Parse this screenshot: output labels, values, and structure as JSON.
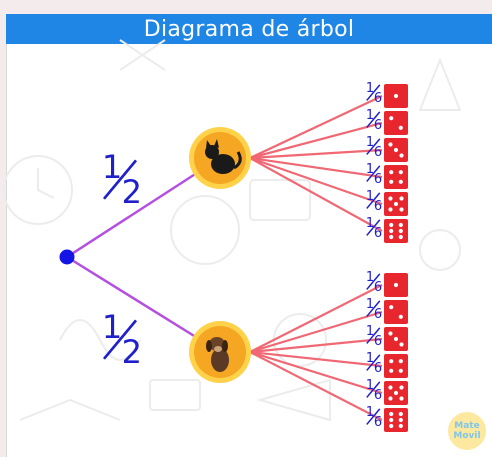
{
  "header": {
    "title": "Diagrama de árbol"
  },
  "colors": {
    "header_bg": "#1f86e6",
    "root_node": "#1414e6",
    "first_level_branch": "#b44fe0",
    "second_level_branch": "#f06874",
    "probability_text": "#1f1fcc",
    "die_face": "#e8262e",
    "node_circle": "#f5a623"
  },
  "tree": {
    "root_icon": "root-dot",
    "branches": [
      {
        "probability": {
          "numerator": "1",
          "denominator": "2"
        },
        "node_icon": "cat-icon",
        "outcomes": [
          {
            "probability": {
              "numerator": "1",
              "denominator": "6"
            },
            "die_value": 1
          },
          {
            "probability": {
              "numerator": "1",
              "denominator": "6"
            },
            "die_value": 2
          },
          {
            "probability": {
              "numerator": "1",
              "denominator": "6"
            },
            "die_value": 3
          },
          {
            "probability": {
              "numerator": "1",
              "denominator": "6"
            },
            "die_value": 4
          },
          {
            "probability": {
              "numerator": "1",
              "denominator": "6"
            },
            "die_value": 5
          },
          {
            "probability": {
              "numerator": "1",
              "denominator": "6"
            },
            "die_value": 6
          }
        ]
      },
      {
        "probability": {
          "numerator": "1",
          "denominator": "2"
        },
        "node_icon": "dog-icon",
        "outcomes": [
          {
            "probability": {
              "numerator": "1",
              "denominator": "6"
            },
            "die_value": 1
          },
          {
            "probability": {
              "numerator": "1",
              "denominator": "6"
            },
            "die_value": 2
          },
          {
            "probability": {
              "numerator": "1",
              "denominator": "6"
            },
            "die_value": 3
          },
          {
            "probability": {
              "numerator": "1",
              "denominator": "6"
            },
            "die_value": 4
          },
          {
            "probability": {
              "numerator": "1",
              "denominator": "6"
            },
            "die_value": 5
          },
          {
            "probability": {
              "numerator": "1",
              "denominator": "6"
            },
            "die_value": 6
          }
        ]
      }
    ]
  },
  "logo": {
    "line1": "Mate",
    "line2": "Movil"
  }
}
